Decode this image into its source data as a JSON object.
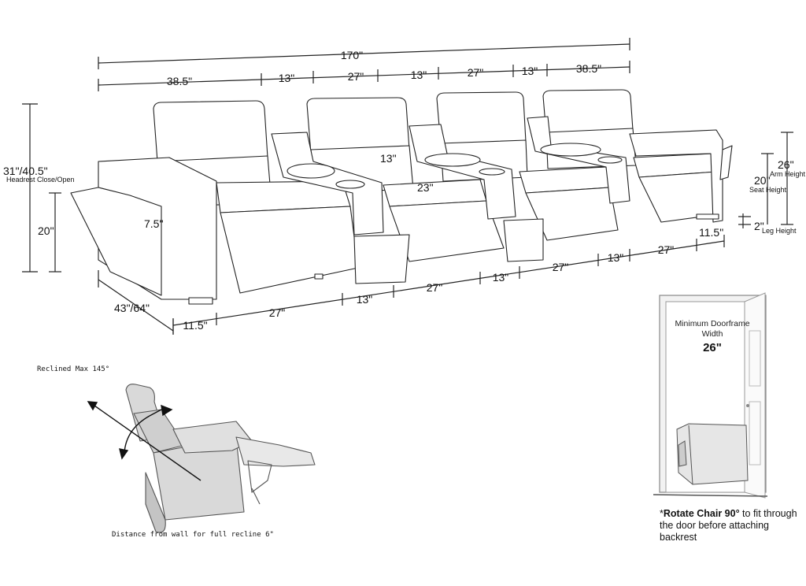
{
  "top_dims": {
    "overall": "170\"",
    "segments": [
      "38.5\"",
      "13\"",
      "27\"",
      "13\"",
      "27\"",
      "13\"",
      "38.5\""
    ]
  },
  "side_dims": {
    "height": "31\"/40.5\"",
    "height_note": "Headrest Close/Open",
    "seat_front": "20\"",
    "arm_inner": "7.5\"",
    "depth": "43\"/64\""
  },
  "right_dims": {
    "arm_height": "26\"",
    "arm_height_label": "Arm Height",
    "seat_height": "20\"",
    "seat_height_label": "Seat Height",
    "leg_height": "2\"",
    "leg_height_label": "Leg Height",
    "arm_width": "11.5\""
  },
  "center_dims": {
    "console_depth": "13\"",
    "seat_width": "23\""
  },
  "bottom_dims": [
    "11.5\"",
    "27\"",
    "13\"",
    "27\"",
    "13\"",
    "27\"",
    "13\"",
    "27\""
  ],
  "recline": {
    "max_label": "Reclined Max 145°",
    "wall_label": "Distance from wall for full recline 6\""
  },
  "door": {
    "label": "Minimum Doorframe Width",
    "value": "26\"",
    "note_prefix": "*",
    "note_bold": "Rotate Chair 90°",
    "note_rest": " to fit through the door before attaching backrest"
  }
}
